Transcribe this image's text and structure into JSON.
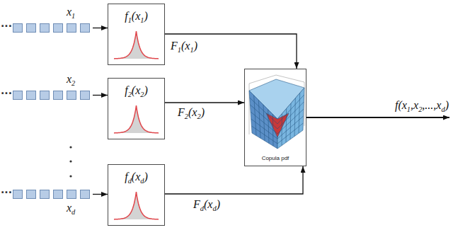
{
  "diagram": {
    "nodes": [
      {
        "text": [
          "x1"
        ]
      },
      {
        "text": [
          "f1(x1)"
        ]
      },
      {
        "text": [
          "x2"
        ]
      },
      {
        "text": [
          "f2(x2)"
        ]
      },
      {
        "text": [
          "xd"
        ]
      },
      {
        "text": [
          "fd(xd)"
        ]
      },
      {
        "text": [
          "Copula pdf"
        ]
      }
    ],
    "edges": [
      {
        "from": 0,
        "to": 1,
        "arrow": "to"
      },
      {
        "from": 2,
        "to": 3,
        "arrow": "to"
      },
      {
        "from": 4,
        "to": 5,
        "arrow": "to"
      },
      {
        "from": 1,
        "to": 6,
        "label": "F1(x1)",
        "arrow": "to"
      },
      {
        "from": 3,
        "to": 6,
        "label": "F2(x2)",
        "arrow": "to"
      },
      {
        "from": 5,
        "to": 6,
        "label": "Fd(xd)",
        "arrow": "to"
      }
    ],
    "labels": [
      "···",
      "···",
      "···",
      "f(x1,x2,...,xd)"
    ]
  }
}
